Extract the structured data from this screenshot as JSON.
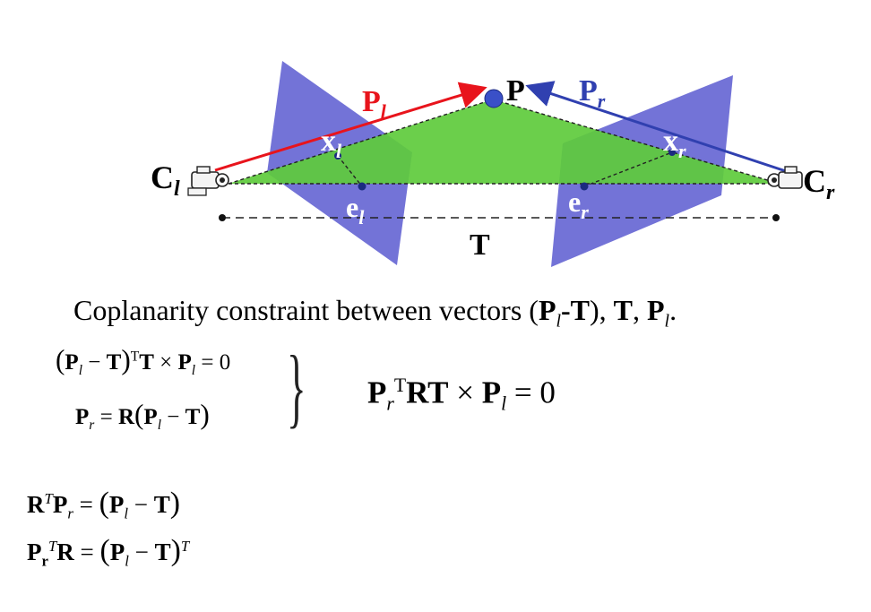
{
  "diagram": {
    "point_label": "P",
    "vector_left": "P",
    "vector_left_sub": "l",
    "vector_right": "P",
    "vector_right_sub": "r",
    "image_point_left": "x",
    "image_point_left_sub": "l",
    "image_point_right": "x",
    "image_point_right_sub": "r",
    "epipole_left": "e",
    "epipole_left_sub": "l",
    "epipole_right": "e",
    "epipole_right_sub": "r",
    "camera_left": "C",
    "camera_left_sub": "l",
    "camera_right": "C",
    "camera_right_sub": "r",
    "baseline_label": "T",
    "colors": {
      "image_plane": "#5b5bd0",
      "epipolar_plane": "#5ecb3c",
      "vector_left": "#e8141c",
      "vector_right": "#3040b0",
      "point": "#3a50c8"
    }
  },
  "caption": {
    "prefix": "Coplanarity constraint between vectors (",
    "p": "P",
    "p_sub": "l",
    "minus_t": "-T",
    "after": "), ",
    "t": "T",
    "comma": ", ",
    "p2": "P",
    "p2_sub": "l",
    "end": "."
  },
  "equations": {
    "eq1": {
      "lhs_open": "(",
      "p": "P",
      "p_sub": "l",
      "minus": " − ",
      "t": "T",
      "close": ")",
      "sup": "T",
      "rest_t": "T",
      "times": " × ",
      "p2": "P",
      "p2_sub": "l",
      "equals": " = 0"
    },
    "eq2": {
      "p": "P",
      "p_sub": "r",
      "equals": " = ",
      "r": "R",
      "open": "(",
      "p2": "P",
      "p2_sub": "l",
      "minus": " − ",
      "t": "T",
      "close": ")"
    },
    "result": {
      "p": "P",
      "p_sub": "r",
      "sup": "T",
      "rt": "RT",
      "times": " × ",
      "p2": "P",
      "p2_sub": "l",
      "equals": " = 0"
    },
    "eq3": {
      "r": "R",
      "sup": "T",
      "p": "P",
      "p_sub": "r",
      "equals": " = ",
      "open": "(",
      "p2": "P",
      "p2_sub": "l",
      "minus": " − ",
      "t": "T",
      "close": ")"
    },
    "eq4": {
      "p": "P",
      "p_sub": "r",
      "sup": "T",
      "r": "R",
      "equals": " = ",
      "open": "(",
      "p2": "P",
      "p2_sub": "l",
      "minus": " − ",
      "t": "T",
      "close": ")",
      "sup2": "T"
    }
  }
}
